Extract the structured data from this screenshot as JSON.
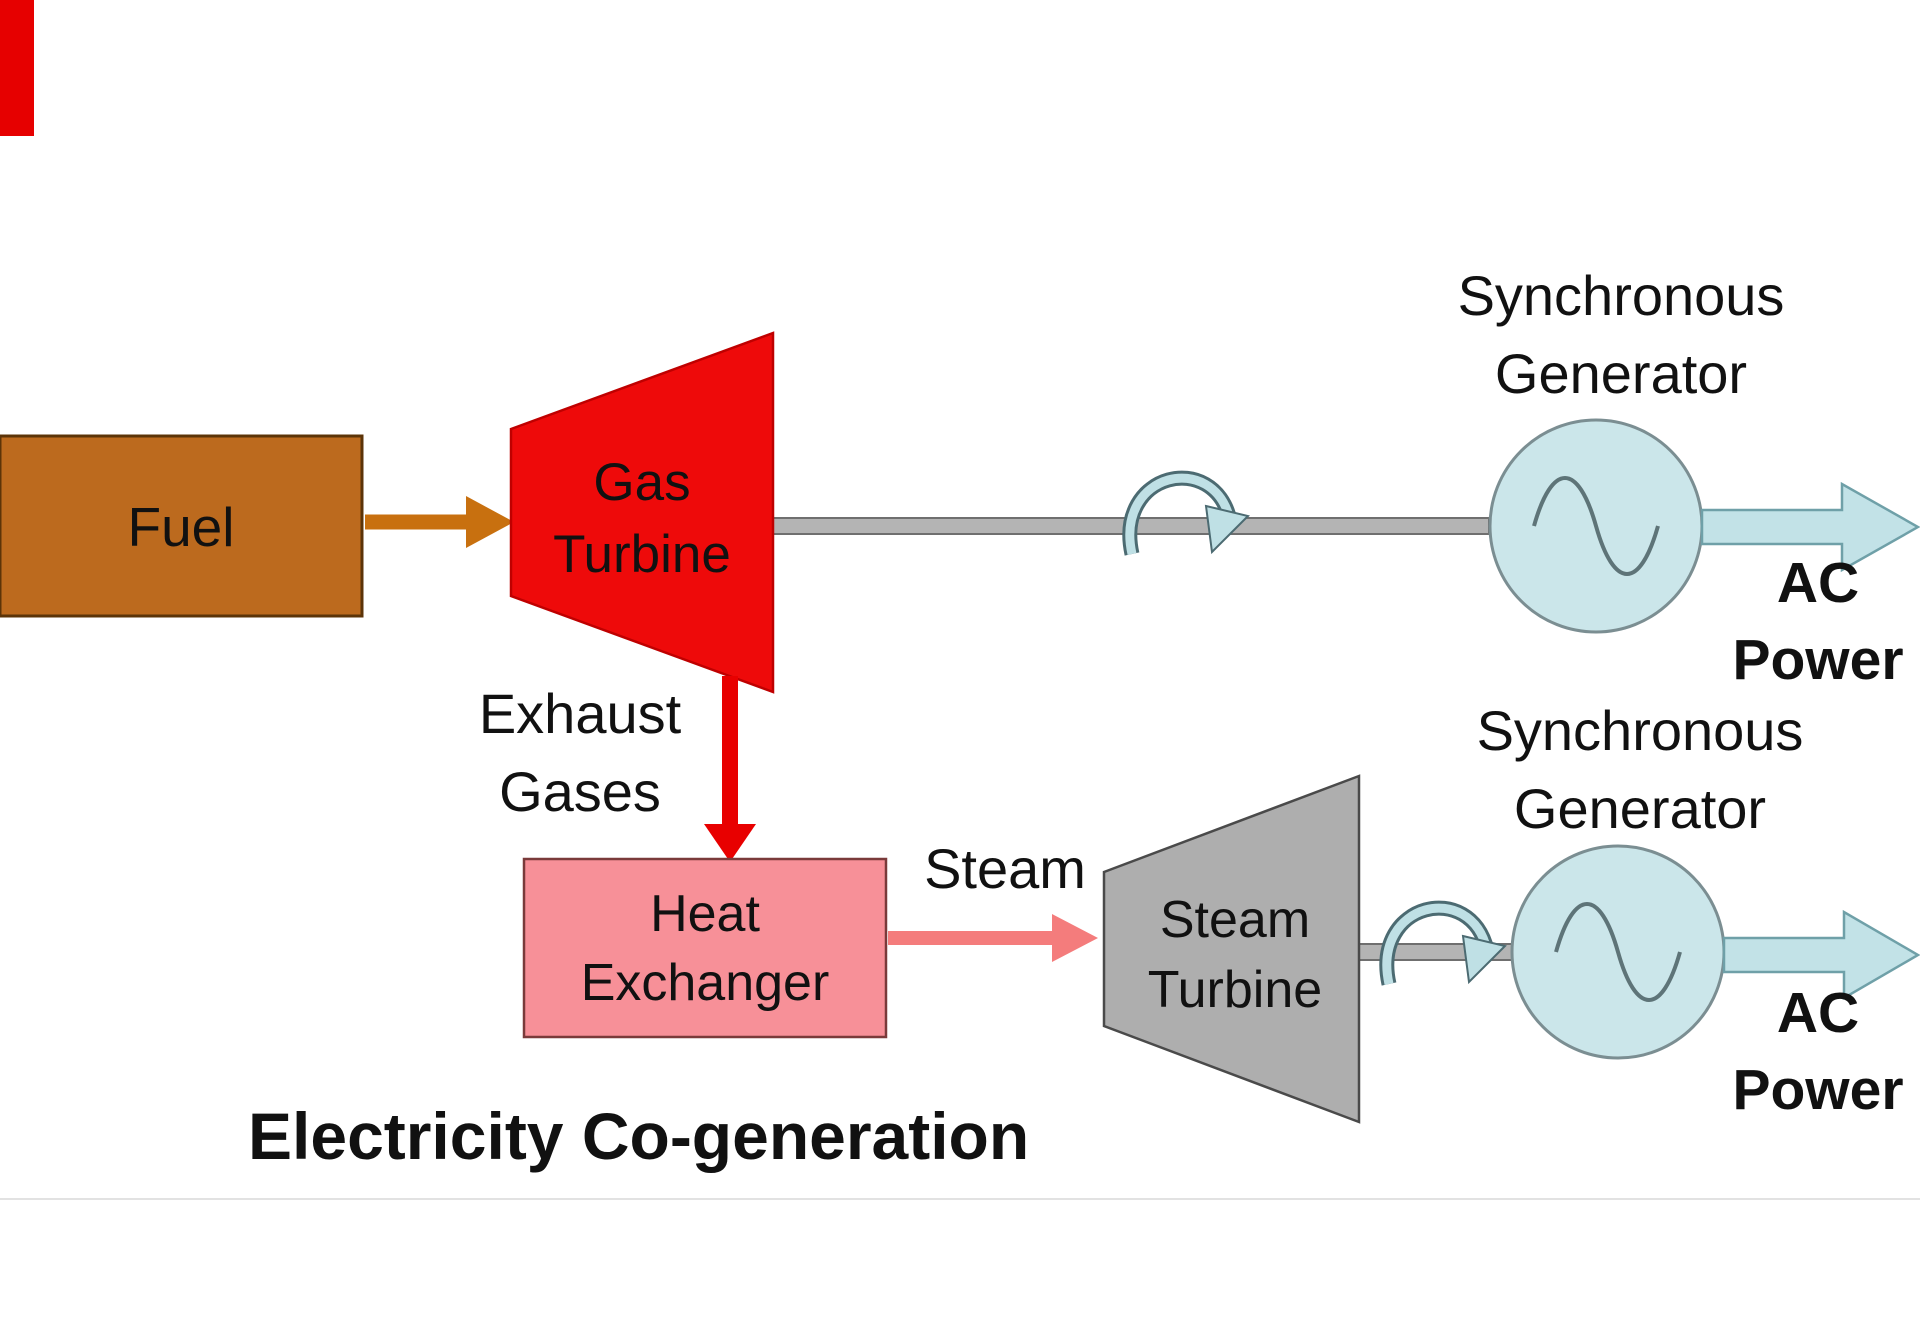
{
  "title": "Electricity Co-generation",
  "nodes": {
    "fuel": {
      "label": "Fuel"
    },
    "gas_turbine": {
      "label": "Gas\nTurbine"
    },
    "heat_exchanger": {
      "label": "Heat\nExchanger"
    },
    "steam_turbine": {
      "label": "Steam\nTurbine"
    },
    "generator_top": {
      "label": "Synchronous\nGenerator"
    },
    "generator_bottom": {
      "label": "Synchronous\nGenerator"
    }
  },
  "flows": {
    "exhaust_gases": {
      "label": "Exhaust\nGases"
    },
    "steam": {
      "label": "Steam"
    },
    "ac_power_top": {
      "label": "AC\nPower"
    },
    "ac_power_bottom": {
      "label": "AC\nPower"
    }
  },
  "colors": {
    "fuel_box": "#BC6A1E",
    "fuel_arrow": "#C8700F",
    "gas_turbine": "#EE0A0A",
    "exhaust_arrow": "#E80000",
    "heat_exchanger": "#F79098",
    "steam_arrow": "#F47C7C",
    "steam_turbine": "#AEAEAE",
    "generator": "#CBE6EA",
    "shaft": "#B4B4B4",
    "rotation_arrow": "#BFE0E5",
    "ac_arrow": "#C2E2E7",
    "red_mark": "#E60000",
    "text": "#111111"
  }
}
